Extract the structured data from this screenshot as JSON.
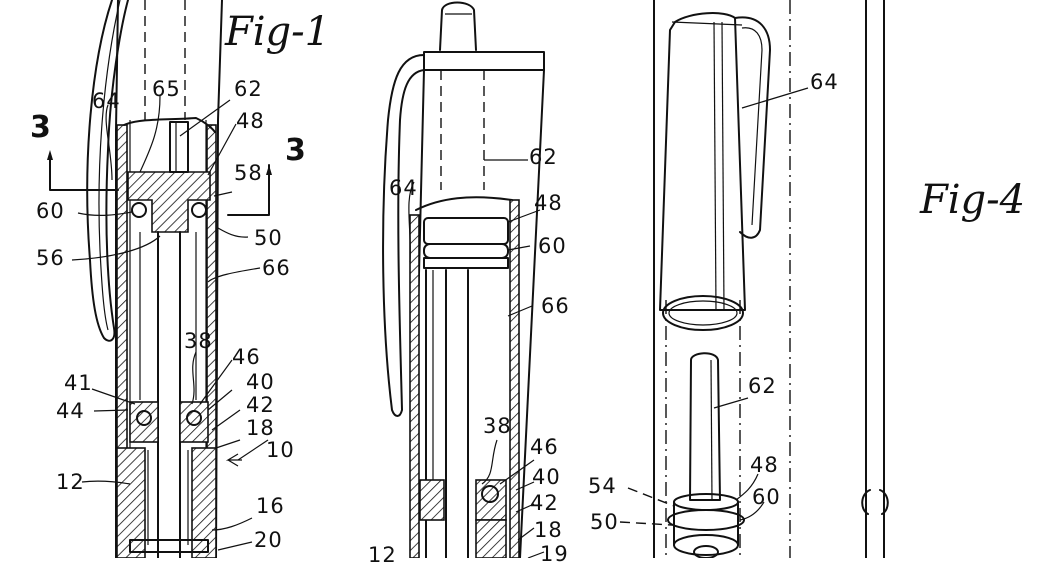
{
  "document": {
    "type": "patent-drawing-sheet",
    "subject": "writing instrument (pen) with clip, cap and internal seal assembly"
  },
  "figures": [
    {
      "id": "fig1",
      "title": "Fig-1",
      "labels": {
        "n64": "64",
        "n65": "65",
        "n62": "62",
        "n48": "48",
        "n58": "58",
        "n60": "60",
        "n50": "50",
        "n56": "56",
        "n66": "66",
        "n38": "38",
        "n46": "46",
        "n41": "41",
        "n40": "40",
        "n44": "44",
        "n42": "42",
        "n18": "18",
        "n10": "10",
        "n12": "12",
        "n16": "16",
        "n20": "20",
        "section_left": "3",
        "section_right": "3"
      }
    },
    {
      "id": "fig2",
      "title": "",
      "labels": {
        "n62": "62",
        "n64": "64",
        "n48": "48",
        "n60": "60",
        "n66": "66",
        "n38": "38",
        "n46": "46",
        "n40": "40",
        "n42": "42",
        "n18": "18",
        "n12": "12",
        "n19": "19"
      }
    },
    {
      "id": "fig4",
      "title": "Fig-4",
      "labels": {
        "n64": "64",
        "n62": "62",
        "n54": "54",
        "n48": "48",
        "n50": "50",
        "n60": "60"
      }
    }
  ],
  "colors": {
    "ink": "#111111",
    "paper": "#ffffff"
  }
}
